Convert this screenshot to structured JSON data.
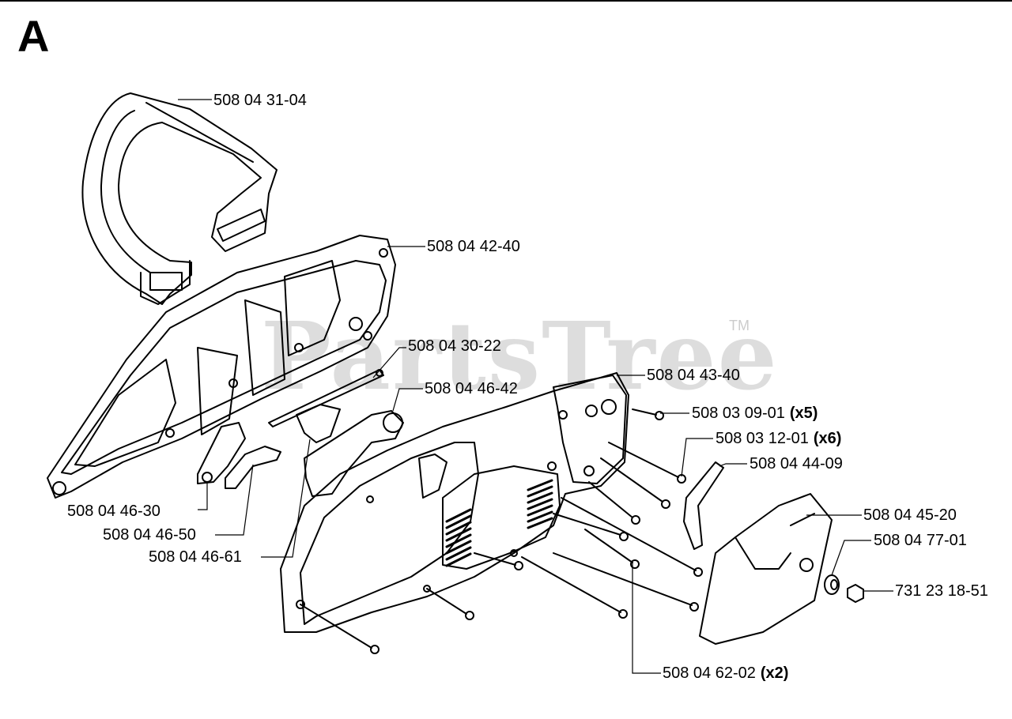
{
  "section_letter": "A",
  "watermark": {
    "text": "PartsTree",
    "tm": "TM"
  },
  "parts": [
    {
      "id": "front-handle",
      "part_no": "508 04 31-04",
      "qty": ""
    },
    {
      "id": "clutch-cover-inner",
      "part_no": "508 04 42-40",
      "qty": ""
    },
    {
      "id": "spring",
      "part_no": "508 04 30-22",
      "qty": ""
    },
    {
      "id": "brake-lever",
      "part_no": "508 04 46-42",
      "qty": ""
    },
    {
      "id": "cover-outer",
      "part_no": "508 04 43-40",
      "qty": ""
    },
    {
      "id": "screw-5",
      "part_no": "508 03 09-01",
      "qty": "(x5)"
    },
    {
      "id": "screw-6",
      "part_no": "508 03 12-01",
      "qty": "(x6)"
    },
    {
      "id": "plate",
      "part_no": "508 04 44-09",
      "qty": ""
    },
    {
      "id": "side-cover",
      "part_no": "508 04 45-20",
      "qty": ""
    },
    {
      "id": "washer",
      "part_no": "508 04 77-01",
      "qty": ""
    },
    {
      "id": "nut",
      "part_no": "731 23 18-51",
      "qty": ""
    },
    {
      "id": "knob",
      "part_no": "508 04 46-30",
      "qty": ""
    },
    {
      "id": "latch",
      "part_no": "508 04 46-50",
      "qty": ""
    },
    {
      "id": "lever-bracket",
      "part_no": "508 04 46-61",
      "qty": ""
    },
    {
      "id": "long-screw",
      "part_no": "508 04 62-02",
      "qty": "(x2)"
    }
  ]
}
